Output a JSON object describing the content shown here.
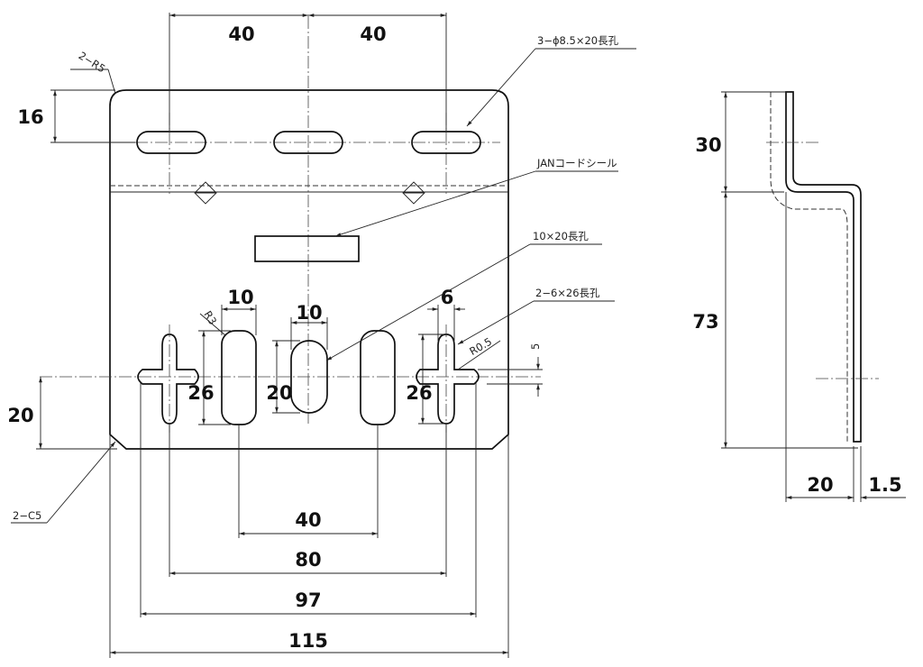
{
  "drawing": {
    "front": {
      "dims": {
        "top_left": "40",
        "top_right": "40",
        "height_16": "16",
        "height_20": "20",
        "slot_width_10": "10",
        "center_slot_width_10": "10",
        "slot_width_6": "6",
        "slot_len_26_left": "26",
        "slot_len_20": "20",
        "slot_len_26_right": "26",
        "radius_r3": "R3",
        "radius_r05": "R0.5",
        "offset_5": "5",
        "bottom_40": "40",
        "bottom_80": "80",
        "bottom_97": "97",
        "bottom_115": "115"
      },
      "notes": {
        "corner_radius": "2−R5",
        "top_holes": "3−ϕ8.5×20長孔",
        "jan_label": "JANコードシール",
        "center_hole": "10×20長孔",
        "side_holes": "2−6×26長孔",
        "chamfer": "2−C5"
      }
    },
    "side": {
      "dims": {
        "height_30": "30",
        "height_73": "73",
        "depth_20": "20",
        "thickness": "1.5"
      }
    }
  }
}
